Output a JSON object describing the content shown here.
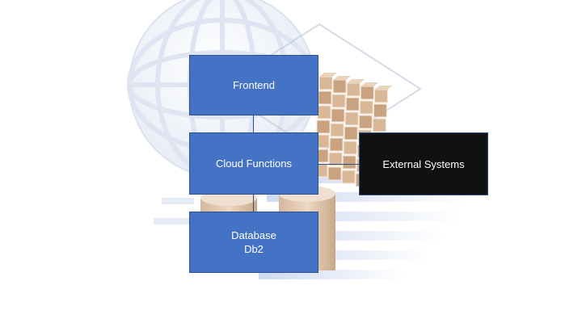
{
  "diagram": {
    "nodes": {
      "frontend": {
        "label": "Frontend"
      },
      "cloud_functions": {
        "label": "Cloud Functions"
      },
      "database": {
        "label": "Database",
        "sublabel": "Db2"
      },
      "external_systems": {
        "label": "External Systems"
      }
    },
    "edges": [
      {
        "from": "frontend",
        "to": "cloud_functions"
      },
      {
        "from": "cloud_functions",
        "to": "database"
      },
      {
        "from": "cloud_functions",
        "to": "external_systems"
      }
    ],
    "colors": {
      "node_fill": "#4472c4",
      "node_border": "#2f528f",
      "external_fill": "#111111",
      "text": "#ffffff"
    },
    "background_art": [
      "globe-icon",
      "cube-grid",
      "cylinders",
      "binary-stripes"
    ]
  }
}
